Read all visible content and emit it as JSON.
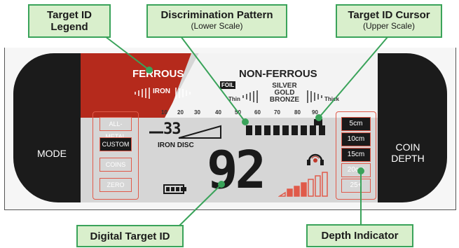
{
  "callouts": {
    "target_id_legend": {
      "line1": "Target ID",
      "line2": "Legend"
    },
    "discrimination_pattern": {
      "title": "Discrimination Pattern",
      "sub": "(Lower Scale)"
    },
    "target_id_cursor": {
      "title": "Target ID Cursor",
      "sub": "(Upper Scale)"
    },
    "digital_target_id": {
      "title": "Digital Target ID"
    },
    "depth_indicator": {
      "title": "Depth Indicator"
    }
  },
  "display": {
    "ferrous": "FERROUS",
    "non_ferrous": "NON-FERROUS",
    "iron": "IRON",
    "foil": "FOIL",
    "thin": "Thin",
    "thick": "Thick",
    "silver": "SILVER",
    "gold": "GOLD",
    "bronze": "BRONZE",
    "scale": [
      "10",
      "20",
      "30",
      "40",
      "50",
      "60",
      "70",
      "80",
      "90"
    ],
    "iron_disc_value": "33",
    "iron_disc_label": "IRON DISC",
    "target_id_value": "92",
    "modes": [
      "ALL-METAL",
      "CUSTOM",
      "COINS",
      "ZERO"
    ],
    "active_mode": "CUSTOM",
    "depths": [
      "5cm",
      "10cm",
      "15cm",
      "20cm",
      "25+"
    ],
    "mode_label": "MODE",
    "coin_depth_label": [
      "COIN",
      "DEPTH"
    ]
  },
  "colors": {
    "callout_fill": "#d9efcc",
    "callout_border": "#3aa35a",
    "ferrous_red": "#b52a1c",
    "lcd": "#d6d6d6",
    "segment_red": "#e05a4a"
  }
}
